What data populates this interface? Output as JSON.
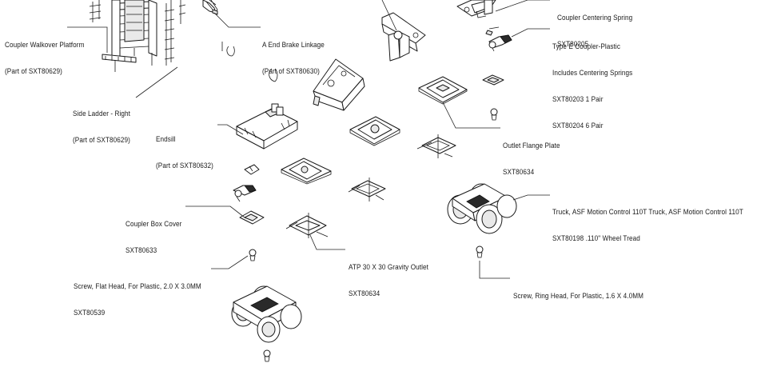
{
  "callouts": {
    "walkover": {
      "line1": "Coupler Walkover Platform",
      "line2": "(Part of SXT80629)"
    },
    "ladder": {
      "line1": "Side Ladder - Right",
      "line2": "(Part of SXT80629)"
    },
    "brake": {
      "line1": "A End Brake Linkage",
      "line2": "(Part of SXT80630)"
    },
    "centering": {
      "line1": "Coupler Centering Spring",
      "line2": "SXT80205"
    },
    "typee": {
      "line1": "Type E Coupler-Plastic",
      "line2": "Includes Centering Springs",
      "line3": "SXT80203 1 Pair",
      "line4": "SXT80204 6 Pair"
    },
    "endsill": {
      "line1": "Endsill",
      "line2": "(Part of SXT80632)"
    },
    "outlet_flange": {
      "line1": "Outlet Flange Plate",
      "line2": "SXT80634"
    },
    "truck": {
      "line1": "Truck, ASF Motion Control 110T Truck, ASF Motion Control 110T",
      "line2": "SXT80198 .110\" Wheel Tread"
    },
    "box_cover": {
      "line1": "Coupler Box Cover",
      "line2": "SXT80633"
    },
    "gravity_outlet": {
      "line1": "ATP 30 X 30 Gravity Outlet",
      "line2": "SXT80634"
    },
    "screw_flat": {
      "line1": "Screw, Flat Head, For Plastic, 2.0 X 3.0MM",
      "line2": "SXT80539"
    },
    "screw_ring": {
      "line1": "Screw, Ring Head, For Plastic, 1.6 X 4.0MM"
    }
  }
}
